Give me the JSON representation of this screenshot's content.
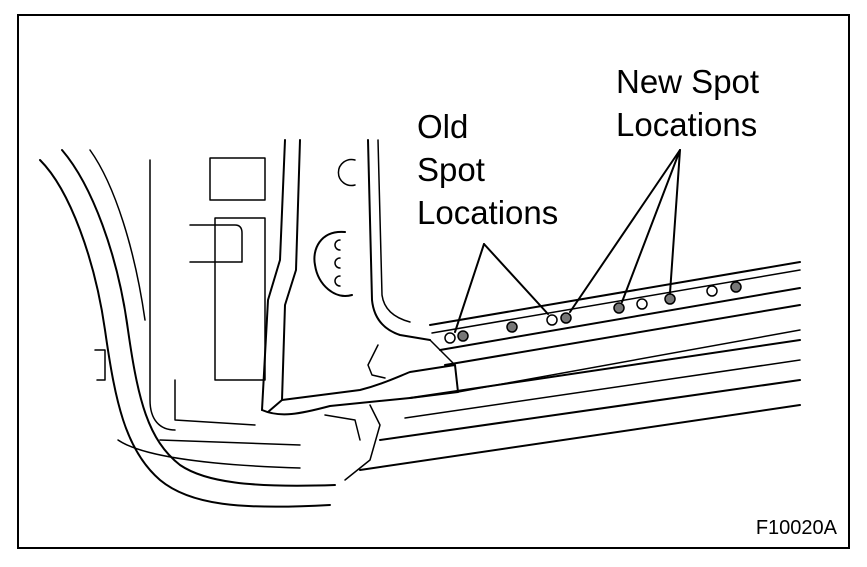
{
  "labels": {
    "old_spot": [
      "Old",
      "Spot",
      "Locations"
    ],
    "new_spot": [
      "New Spot",
      "Locations"
    ]
  },
  "figure_id": "F10020A"
}
